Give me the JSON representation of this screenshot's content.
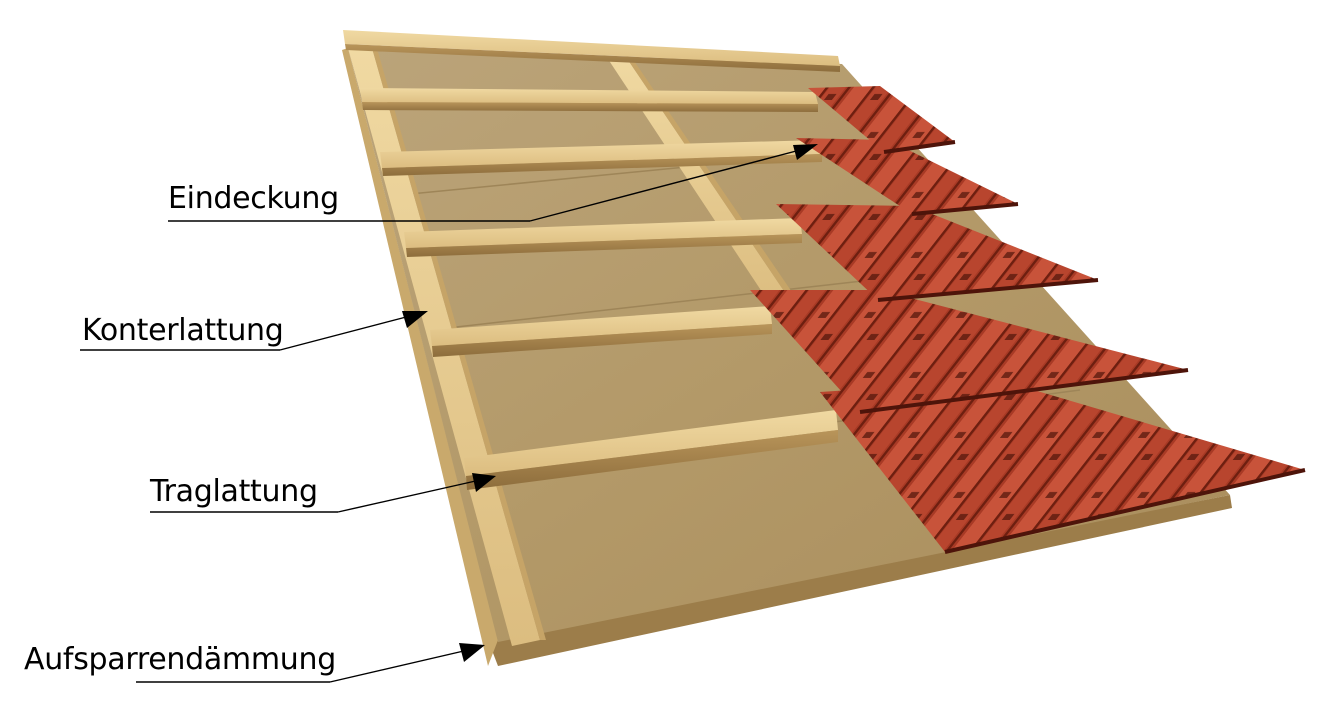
{
  "labels": {
    "eindeckung": "Eindeckung",
    "konterlattung": "Konterlattung",
    "traglattung": "Traglattung",
    "aufsparrendaemmung": "Aufsparrendämmung"
  },
  "colors": {
    "insulation": "#b49a6d",
    "wood": "#e2c58c",
    "wood_dark": "#b8965a",
    "tile": "#b5432b",
    "tile_dark": "#5e1a0e",
    "leader": "#000000"
  }
}
